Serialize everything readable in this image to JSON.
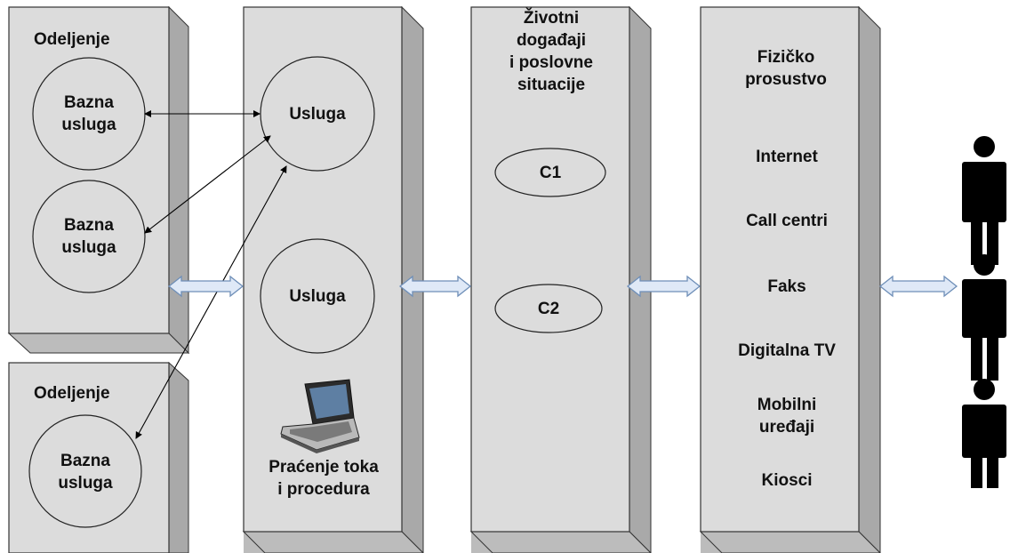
{
  "diagram": {
    "department_1": {
      "title": "Odeljenje",
      "base_service_1": "Bazna\nusluga",
      "base_service_2": "Bazna\nusluga"
    },
    "department_2": {
      "title": "Odeljenje",
      "base_service": "Bazna\nusluga"
    },
    "services_panel": {
      "service_1": "Usluga",
      "service_2": "Usluga",
      "workflow_label": "Praćenje toka\ni procedura"
    },
    "life_events_panel": {
      "title": "Životni\ndogađaji\ni poslovne\nsituacije",
      "c1": "C1",
      "c2": "C2"
    },
    "channels_panel": {
      "title": "Fizičko\nprosustvo",
      "channels": [
        "Internet",
        "Call centri",
        "Faks",
        "Digitalna TV",
        "Mobilni\nuređaji",
        "Kiosci"
      ]
    },
    "colors": {
      "panel_front": "#dcdcdc",
      "panel_side": "#a9a9a9",
      "panel_bottom": "#bcbcbc",
      "arrow_fill": "#dfe9f7",
      "arrow_stroke": "#6f8fb8",
      "person": "#000000"
    },
    "icons": [
      "laptop-icon",
      "person-icon",
      "person-icon",
      "person-icon"
    ]
  }
}
